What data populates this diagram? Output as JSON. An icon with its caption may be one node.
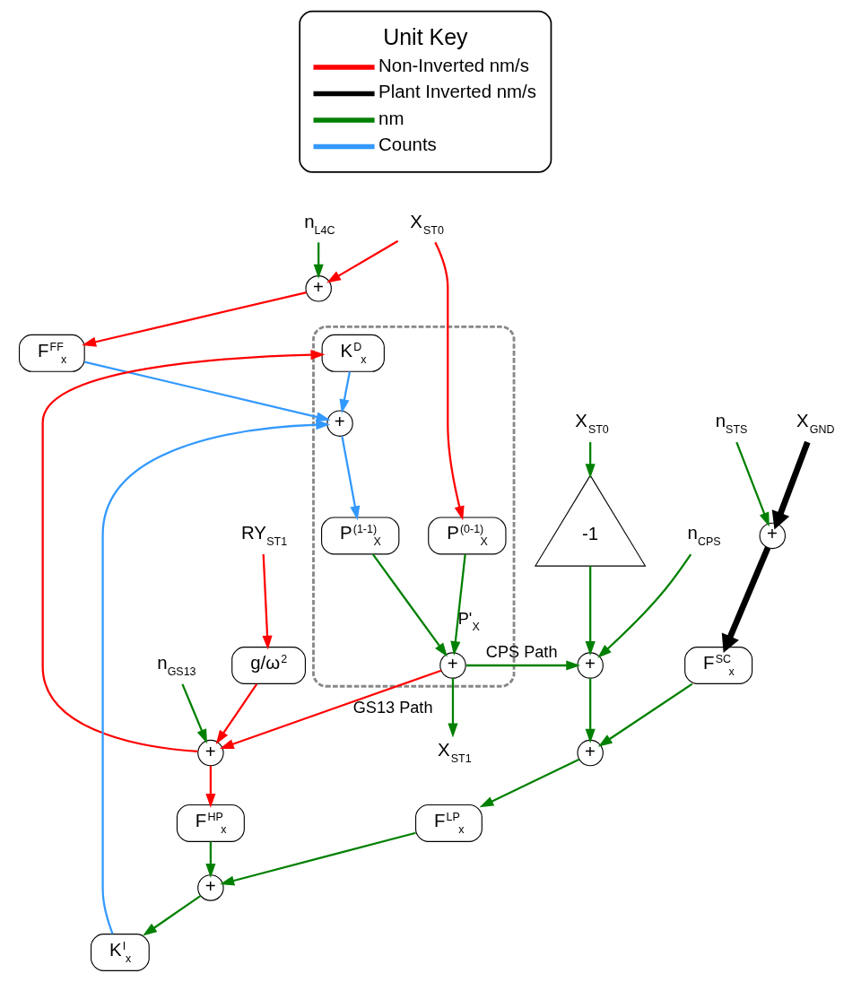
{
  "diagram": {
    "nodes": [
      {
        "text": [],
        "shape": "box"
      },
      {
        "text": [
          "X$_{ST0}$"
        ]
      },
      {
        "text": [
          "P$^{(0-1)}$$_{X}$"
        ],
        "in": 0
      },
      {
        "text": [
          "+"
        ],
        "in": 0
      },
      {
        "text": [
          "P$^{(1-1)}$$_{X}$"
        ],
        "in": 0
      },
      {
        "text": [
          "+"
        ],
        "in": 0
      },
      {
        "text": [
          "K$^{D}$$_{x}$"
        ],
        "in": 0
      },
      {
        "text": [
          "n$_{L4C}$"
        ]
      },
      {
        "text": [
          "+"
        ]
      },
      {
        "text": [
          "F$^{FF}$$_{x}$"
        ]
      },
      {
        "text": [
          "X$_{ST1}$"
        ]
      },
      {
        "text": [
          "F$^{HP}$$_{x}$"
        ]
      },
      {
        "text": [
          "+"
        ]
      },
      {
        "text": [
          "n$_{GS13}$"
        ]
      },
      {
        "text": [
          "g/ω$^{2}$"
        ]
      },
      {
        "text": [
          "RY$_{ST1}$"
        ]
      },
      {
        "text": [
          "+"
        ]
      },
      {
        "text": [
          "n$_{CPS}$"
        ]
      },
      {
        "text": [
          "-1"
        ]
      },
      {
        "text": [
          "X$_{ST0}$"
        ]
      },
      {
        "text": [
          "+"
        ]
      },
      {
        "text": [
          "F$^{SC}$$_{x}$"
        ]
      },
      {
        "text": [
          "+"
        ]
      },
      {
        "text": [
          "n$_{STS}$"
        ]
      },
      {
        "text": [
          "X$_{GND}$"
        ]
      },
      {
        "text": [
          "F$^{LP}$$_{x}$"
        ]
      },
      {
        "text": [
          "+"
        ]
      },
      {
        "text": [
          "K$^{I}$$_{x}$"
        ]
      }
    ],
    "edges": [
      {
        "from": 1,
        "to": 2,
        "arrow": "to",
        "color": "#ff0000"
      },
      {
        "from": 1,
        "to": 8,
        "arrow": "to",
        "color": "#ff0000"
      },
      {
        "from": 7,
        "to": 8,
        "arrow": "to"
      },
      {
        "from": 8,
        "to": 9,
        "arrow": "to",
        "color": "#ff0000"
      },
      {
        "from": 9,
        "to": 5,
        "arrow": "to",
        "color": "#3399ff"
      },
      {
        "from": 5,
        "to": 4,
        "arrow": "to",
        "color": "#3399ff"
      },
      {
        "from": 2,
        "to": 3,
        "arrow": "to",
        "label": "P'$_{X}$"
      },
      {
        "from": 4,
        "to": 3,
        "arrow": "to"
      },
      {
        "from": 3,
        "to": 10,
        "arrow": "to"
      },
      {
        "from": 3,
        "to": 12,
        "arrow": "to",
        "label": "GS13 Path",
        "color": "#ff0000"
      },
      {
        "from": 3,
        "to": 16,
        "arrow": "to",
        "label": "CPS Path"
      },
      {
        "from": 13,
        "to": 12,
        "arrow": "to"
      },
      {
        "from": 14,
        "to": 12,
        "arrow": "to",
        "color": "#ff0000"
      },
      {
        "from": 15,
        "to": 14,
        "arrow": "to",
        "color": "#ff0000"
      },
      {
        "from": 12,
        "to": 6,
        "arrow": "to",
        "color": "#ff0000"
      },
      {
        "from": 12,
        "to": 11,
        "arrow": "to",
        "color": "#ff0000"
      },
      {
        "from": 6,
        "to": 5,
        "arrow": "to",
        "color": "#3399ff"
      },
      {
        "from": 11,
        "to": 26,
        "arrow": "to"
      },
      {
        "from": 25,
        "to": 26,
        "arrow": "to"
      },
      {
        "from": 26,
        "to": 27,
        "arrow": "to"
      },
      {
        "from": 27,
        "to": 5,
        "arrow": "to",
        "color": "#3399ff"
      },
      {
        "from": 17,
        "to": 16,
        "arrow": "to"
      },
      {
        "from": 18,
        "to": 16,
        "arrow": "to"
      },
      {
        "from": 19,
        "to": 18,
        "arrow": "to"
      },
      {
        "from": 16,
        "to": 20,
        "arrow": "to"
      },
      {
        "from": 21,
        "to": 20,
        "arrow": "to"
      },
      {
        "from": 20,
        "to": 25,
        "arrow": "to"
      },
      {
        "from": 22,
        "to": 21,
        "arrow": "to",
        "style": "thick",
        "color": "#000000"
      },
      {
        "from": 24,
        "to": 22,
        "arrow": "to",
        "style": "thick",
        "color": "#000000"
      },
      {
        "from": 23,
        "to": 22,
        "arrow": "to"
      }
    ],
    "labels": [
      "Unit Key"
    ],
    "legend": [
      {
        "text": "Non-Inverted nm/s",
        "color": "#ff0000"
      },
      {
        "text": "Plant Inverted nm/s",
        "color": "#000000"
      },
      {
        "text": "nm",
        "color": "#008000"
      },
      {
        "text": "Counts",
        "color": "#3399ff"
      }
    ]
  }
}
